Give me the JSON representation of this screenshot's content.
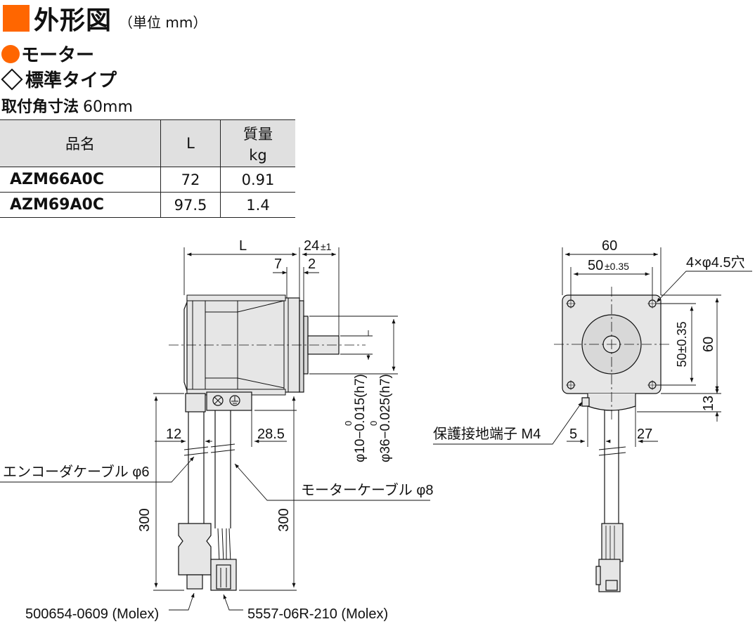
{
  "header": {
    "title": "外形図",
    "unit": "（単位 mm）",
    "category": "モーター",
    "type": "標準タイプ",
    "mount_label": "取付角寸法",
    "mount_value": "60mm"
  },
  "table": {
    "headers": [
      "品名",
      "L",
      "質量",
      "kg"
    ],
    "rows": [
      {
        "name": "AZM66A0C",
        "L": "72",
        "mass": "0.91"
      },
      {
        "name": "AZM69A0C",
        "L": "97.5",
        "mass": "1.4"
      }
    ]
  },
  "dims": {
    "L": "L",
    "d24": "24",
    "tol1": "±1",
    "d7": "7",
    "d2": "2",
    "d12": "12",
    "d285": "28.5",
    "d300a": "300",
    "d300b": "300",
    "shaft": "φ10−0.015(h7)",
    "shaft_zero": "0",
    "pilot": "φ36−0.025(h7)",
    "pilot_zero": "0",
    "d60w": "60",
    "d50w": "50",
    "tol035": "±0.35",
    "d60h": "60",
    "d50h": "50±0.35",
    "d13": "13",
    "d5": "5",
    "d27": "27",
    "holes": "4×φ4.5穴"
  },
  "labels": {
    "encoder_cable": "エンコーダケーブル φ6",
    "motor_cable": "モーターケーブル φ8",
    "connector1": "500654-0609 (Molex)",
    "connector2": "5557-06R-210 (Molex)",
    "ground": "保護接地端子 M4"
  },
  "colors": {
    "accent": "#ff6600",
    "table_header": "#e0e0e0"
  }
}
